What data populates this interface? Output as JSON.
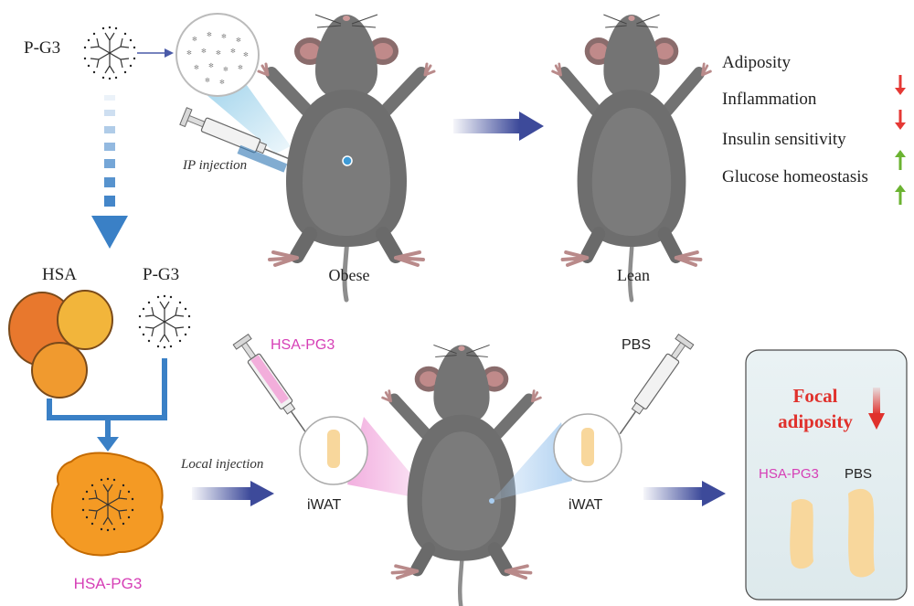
{
  "top": {
    "pg3_label": "P-G3",
    "ip_injection": "IP injection",
    "obese": "Obese",
    "lean": "Lean",
    "outcomes": [
      {
        "label": "Adiposity",
        "direction": "down"
      },
      {
        "label": "Inflammation",
        "direction": "down"
      },
      {
        "label": "Insulin sensitivity",
        "direction": "up"
      },
      {
        "label": "Glucose homeostasis",
        "direction": "up"
      }
    ]
  },
  "bottom": {
    "hsa": "HSA",
    "pg3": "P-G3",
    "complex": "HSA-PG3",
    "local_injection": "Local injection",
    "syringe_left": "HSA-PG3",
    "syringe_right": "PBS",
    "iwat_left": "iWAT",
    "iwat_right": "iWAT",
    "result": {
      "title_line1": "Focal",
      "title_line2": "adiposity",
      "left": "HSA-PG3",
      "right": "PBS"
    }
  },
  "colors": {
    "down_arrow": "#e53935",
    "up_arrow": "#6bb331",
    "flow_arrow": "#3d4a9a",
    "blue_arrow": "#3a80c6",
    "pink": "#d63fb6",
    "red_title": "#e0312c",
    "mouse_body": "#707070",
    "fat_tissue": "#f8d79c"
  }
}
